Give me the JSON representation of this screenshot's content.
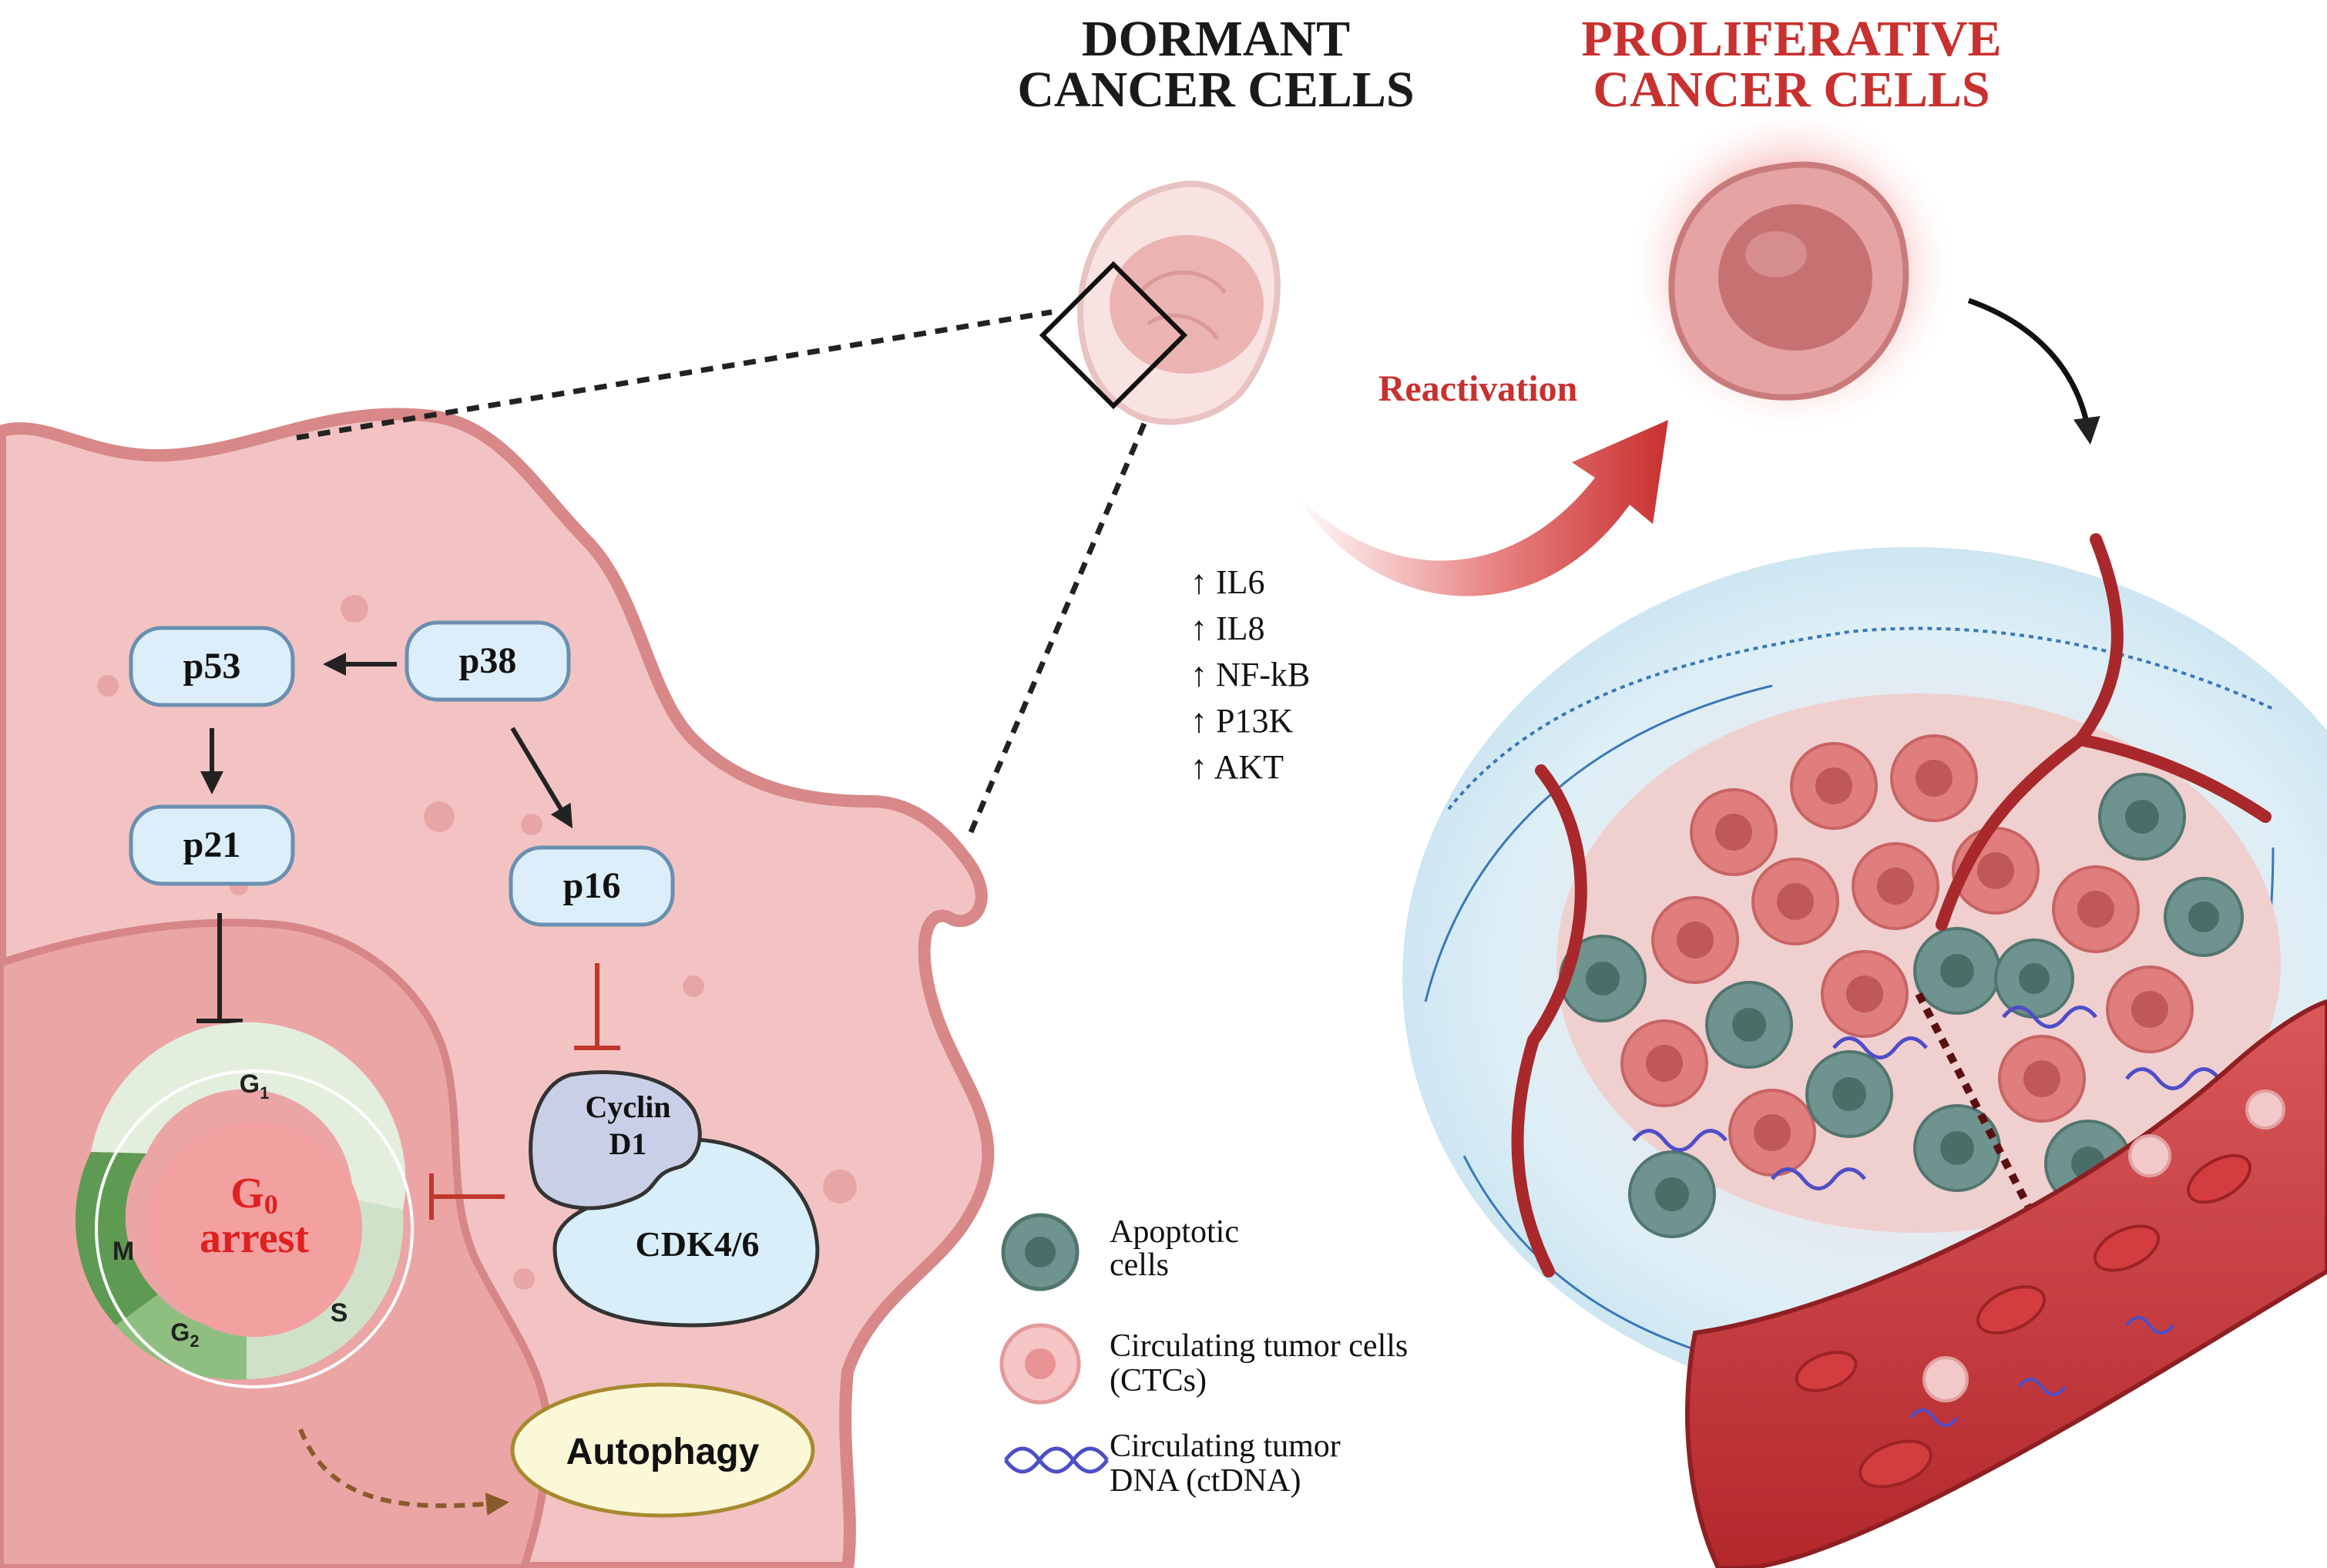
{
  "titles": {
    "dormant": [
      "DORMANT",
      "CANCER CELLS"
    ],
    "proliferative": [
      "PROLIFERATIVE",
      "CANCER CELLS"
    ]
  },
  "arrows": {
    "reactivation_label": "Reactivation"
  },
  "signals": [
    "↑ IL6",
    "↑ IL8",
    "↑ NF-kB",
    "↑ P13K",
    "↑ AKT"
  ],
  "pathway": {
    "p53": "p53",
    "p38": "p38",
    "p21": "p21",
    "p16": "p16",
    "cyclin": [
      "Cyclin",
      "D1"
    ],
    "cdk": "CDK4/6",
    "autophagy": "Autophagy"
  },
  "cell_cycle": {
    "g1": "G",
    "g1_sub": "1",
    "g2": "G",
    "g2_sub": "2",
    "m": "M",
    "s": "S",
    "g0": "G",
    "g0_sub": "0",
    "arrest": "arrest"
  },
  "legend": [
    {
      "label_lines": [
        "Apoptotic",
        "cells"
      ]
    },
    {
      "label_lines": [
        "Circulating tumor cells",
        "(CTCs)"
      ]
    },
    {
      "label_lines": [
        "Circulating tumor",
        "DNA (ctDNA)"
      ]
    }
  ],
  "colors": {
    "title_dormant": "#1a1a1a",
    "title_prolif": "#c8312f",
    "reactivation": "#c8312f",
    "cell_fill": "#f4c4c4",
    "cell_border": "#d98a8a",
    "nucleus_fill": "#eaaaaa",
    "node_fill": "#dceef9",
    "node_border": "#6a8fb0",
    "inhibit_red": "#c0392b",
    "g0_red": "#e02020"
  }
}
